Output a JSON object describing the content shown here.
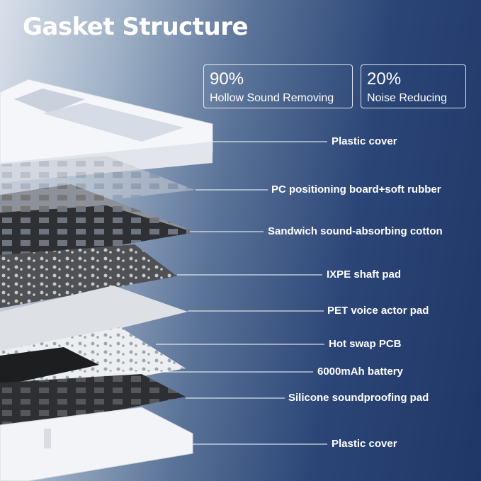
{
  "title": "Gasket Structure",
  "stats": [
    {
      "value": "90%",
      "label": "Hollow Sound Removing"
    },
    {
      "value": "20%",
      "label": "Noise Reducing"
    }
  ],
  "layers": [
    "Plastic cover",
    "PC positioning board+soft rubber",
    "Sandwich sound-absorbing cotton",
    "IXPE shaft pad",
    "PET voice actor pad",
    "Hot swap PCB",
    "6000mAh battery",
    "Silicone soundproofing pad",
    "Plastic cover"
  ],
  "colors": {
    "plastic": "#f2f4f7",
    "pc_board": "#b9c0ca",
    "cotton": "#2b2b2b",
    "ixpe": "#5a5a5a",
    "pet": "#dcdfe3",
    "pcb": "#e8eaed",
    "battery": "#1f1f1f",
    "silicone": "#3a3a3a"
  }
}
